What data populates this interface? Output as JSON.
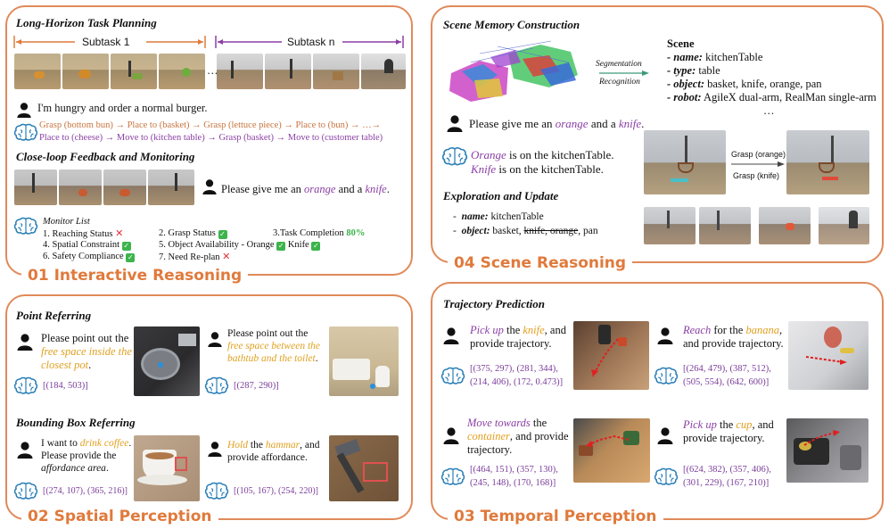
{
  "panels": {
    "p1": {
      "title": "01 Interactive Reasoning",
      "sec_planning": "Long-Horizon Task Planning",
      "subtask1": "Subtask 1",
      "subtaskn": "Subtask n",
      "ellipsis": "…",
      "user_msg1": "I'm hungry and order a normal burger.",
      "plan_line1": "Grasp (bottom bun) → Place to (basket) → Grasp (lettuce piece) → Place to (bun) → …→",
      "plan_line2": "Place to (cheese) → Move to (kitchen table) → Grasp (basket) → Move to (customer table)",
      "sec_feedback": "Close-loop Feedback and Monitoring",
      "user_msg2_a": "Please give me an ",
      "user_msg2_b": "orange",
      "user_msg2_c": " and a ",
      "user_msg2_d": "knife",
      "user_msg2_e": ".",
      "monitor_title": "Monitor List",
      "m1": "1. Reaching Status",
      "m2": "2. Grasp Status",
      "m3": "3.Task Completion",
      "m3_val": "80%",
      "m4": "4. Spatial Constraint",
      "m5": "5. Object Availability - Orange",
      "m5b": "Knife",
      "m6": "6. Safety Compliance",
      "m7": "7. Need Re-plan"
    },
    "p2": {
      "title": "02 Spatial Perception",
      "sec_point": "Point Referring",
      "q1_a": "Please point out the ",
      "q1_b": "free space inside the closest pot",
      "q1_c": ".",
      "a1": "[(184, 503)]",
      "q2_a": "Please point out the ",
      "q2_b": "free space between the bathtub and the toilet",
      "q2_c": ".",
      "a2": "[(287, 290)]",
      "sec_bbox": "Bounding Box Referring",
      "q3_a": "I want to ",
      "q3_b": "drink coffee",
      "q3_c": ". Please provide the ",
      "q3_d": "affordance area",
      "q3_e": ".",
      "a3": "[(274, 107), (365, 216)]",
      "q4_a": "Hold",
      "q4_b": " the ",
      "q4_c": "hammar",
      "q4_d": ", and provide affordance.",
      "a4": "[(105, 167), (254, 220)]"
    },
    "p3": {
      "title": "03 Temporal Perception",
      "sec": "Trajectory Prediction",
      "q1_a": "Pick up",
      "q1_b": " the ",
      "q1_c": "knife",
      "q1_d": ", and provide trajectory.",
      "a1_l1": "[(375, 297), (281, 344),",
      "a1_l2": "(214, 406), (172, 0.473)]",
      "q2_a": "Reach",
      "q2_b": " for the ",
      "q2_c": "banana",
      "q2_d": ", and provide trajectory.",
      "a2_l1": "[(264, 479), (387, 512),",
      "a2_l2": "(505, 554), (642, 600)]",
      "q3_a": "Move towards",
      "q3_b": " the ",
      "q3_c": "container",
      "q3_d": ", and provide trajectory.",
      "a3_l1": "[(464, 151), (357, 130),",
      "a3_l2": "(245, 148), (170, 168)]",
      "q4_a": "Pick up",
      "q4_b": " the ",
      "q4_c": "cup",
      "q4_d": ", and provide trajectory.",
      "a4_l1": "[(624, 382), (357, 406),",
      "a4_l2": "(301, 229), (167, 210)]"
    },
    "p4": {
      "title": "04 Scene Reasoning",
      "sec_memory": "Scene Memory Construction",
      "seg": "Segmentation",
      "rec": "Recognition",
      "scene_h": "Scene",
      "name_k": "- name:",
      "name_v": " kitchenTable",
      "type_k": "- type:",
      "type_v": " table",
      "obj_k": "- object:",
      "obj_v": " basket, knife, orange, pan",
      "robot_k": "- robot:",
      "robot_v": " AgileX dual-arm, RealMan single-arm",
      "dots": "…",
      "user_a": "Please give me an ",
      "user_b": "orange",
      "user_c": " and a ",
      "user_d": "knife",
      "user_e": ".",
      "ans1_a": "Orange",
      "ans1_b": " is on the kitchenTable.",
      "ans2_a": "Knife",
      "ans2_b": " is on the kitchenTable.",
      "grasp_orange": "Grasp (orange)",
      "grasp_knife": "Grasp (knife)",
      "sec_explore": "Exploration and Update",
      "ex_name_k": "name:",
      "ex_name_v": " kitchenTable",
      "ex_obj_k": "object:",
      "ex_obj_v1": " basket, ",
      "ex_obj_strike": "knife, orange",
      "ex_obj_v2": ", pan"
    }
  },
  "colors": {
    "border": "#e08a5a",
    "title": "#e07a3c",
    "purple": "#8b3fa5",
    "yellow": "#e0a020",
    "green": "#3cb44b",
    "red": "#e0303a"
  }
}
